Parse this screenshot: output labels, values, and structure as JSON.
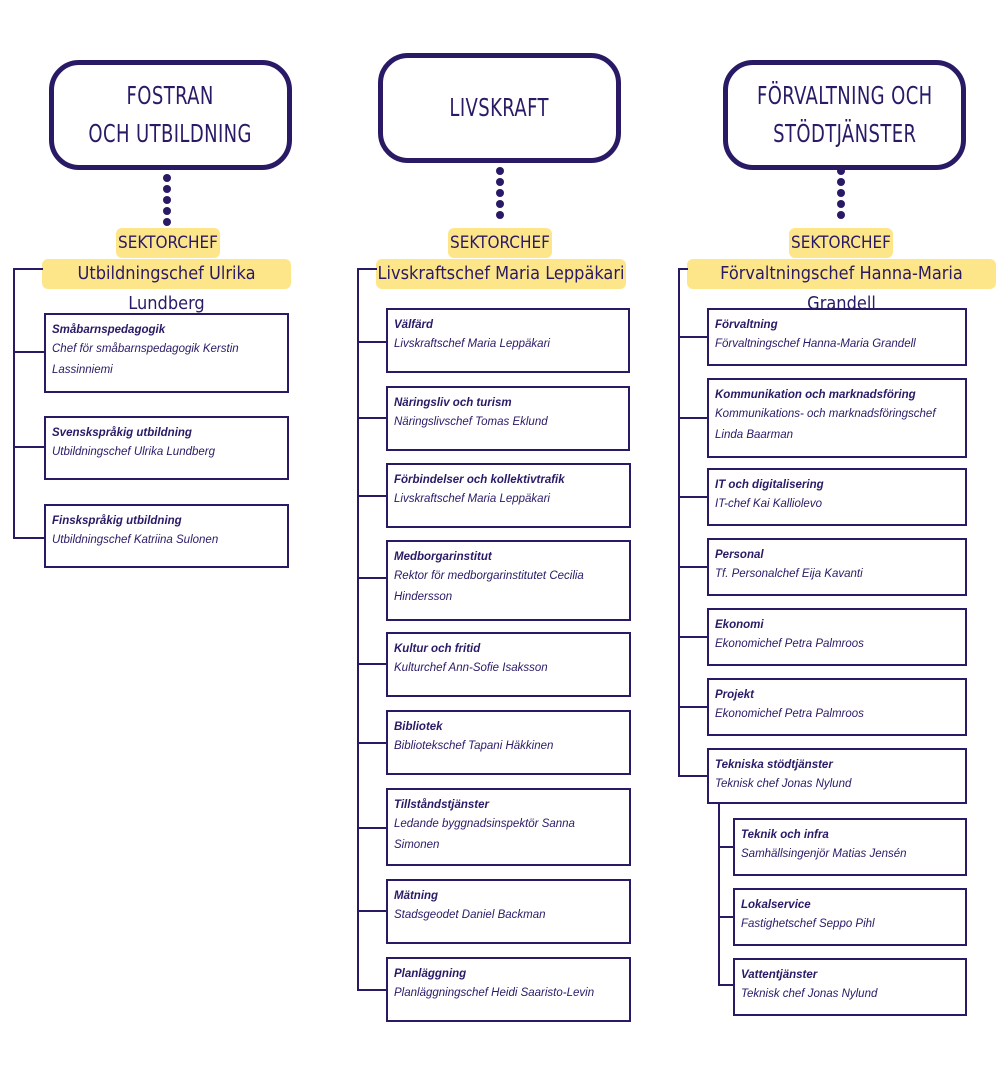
{
  "columns": [
    {
      "sector_title": "FOSTRAN\nOCH UTBILDNING",
      "chief_label": "SEKTORCHEF",
      "chief_name": "Utbildningschef Ulrika Lundberg",
      "units": [
        {
          "title": "Småbarnspedagogik",
          "person": "Chef för småbarnspedagogik Kerstin Lassinniemi"
        },
        {
          "title": "Svenskspråkig utbildning",
          "person": "Utbildningschef Ulrika Lundberg"
        },
        {
          "title": "Finskspråkig utbildning",
          "person": "Utbildningschef Katriina Sulonen"
        }
      ]
    },
    {
      "sector_title": "LIVSKRAFT",
      "chief_label": "SEKTORCHEF",
      "chief_name": "Livskraftschef Maria Leppäkari",
      "units": [
        {
          "title": "Välfärd",
          "person": "Livskraftschef Maria Leppäkari"
        },
        {
          "title": "Näringsliv och turism",
          "person": "Näringslivschef Tomas Eklund"
        },
        {
          "title": "Förbindelser och kollektivtrafik",
          "person": "Livskraftschef Maria Leppäkari"
        },
        {
          "title": "Medborgarinstitut",
          "person": "Rektor för medborgarinstitutet Cecilia Hindersson"
        },
        {
          "title": "Kultur och fritid",
          "person": "Kulturchef Ann-Sofie Isaksson"
        },
        {
          "title": "Bibliotek",
          "person": "Bibliotekschef Tapani Häkkinen"
        },
        {
          "title": "Tillståndstjänster",
          "person": "Ledande byggnadsinspektör Sanna Simonen"
        },
        {
          "title": "Mätning",
          "person": "Stadsgeodet Daniel Backman"
        },
        {
          "title": "Planläggning",
          "person": "Planläggningschef Heidi Saaristo-Levin"
        }
      ]
    },
    {
      "sector_title": "FÖRVALTNING OCH\nSTÖDTJÄNSTER",
      "chief_label": "SEKTORCHEF",
      "chief_name": "Förvaltningschef Hanna-Maria Grandell",
      "units": [
        {
          "title": "Förvaltning",
          "person": "Förvaltningschef Hanna-Maria Grandell"
        },
        {
          "title": "Kommunikation och marknadsföring",
          "person": "Kommunikations- och marknadsföringschef Linda Baarman"
        },
        {
          "title": "IT och digitalisering",
          "person": "IT-chef Kai Kalliolevo"
        },
        {
          "title": "Personal",
          "person": "Tf. Personalchef Eija Kavanti"
        },
        {
          "title": "Ekonomi",
          "person": "Ekonomichef Petra Palmroos"
        },
        {
          "title": "Projekt",
          "person": "Ekonomichef Petra Palmroos"
        },
        {
          "title": "Tekniska stödtjänster",
          "person": "Teknisk chef Jonas Nylund"
        }
      ],
      "subunits": [
        {
          "title": "Teknik och infra",
          "person": "Samhällsingenjör Matias Jensén"
        },
        {
          "title": "Lokalservice",
          "person": "Fastighetschef Seppo Pihl"
        },
        {
          "title": "Vattentjänster",
          "person": "Teknisk chef Jonas Nylund"
        }
      ]
    }
  ],
  "colors": {
    "primary": "#2a1a66",
    "highlight": "#fde68a",
    "background": "#ffffff"
  }
}
